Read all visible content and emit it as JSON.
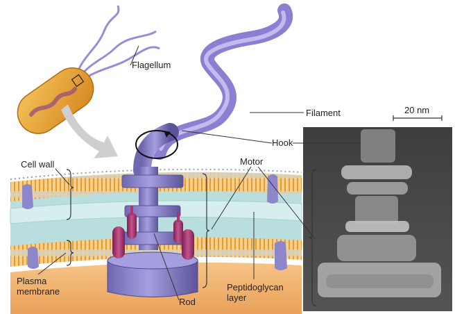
{
  "labels": {
    "flagellum": "Flagellum",
    "filament": "Filament",
    "hook": "Hook",
    "motor": "Motor",
    "cell_wall": "Cell wall",
    "plasma_membrane": "Plasma\nmembrane",
    "rod": "Rod",
    "peptidoglycan_layer": "Peptidoglycan\nlayer"
  },
  "scale_bar": {
    "label": "20 nm"
  },
  "colors": {
    "cytoplasm": "#f2b36b",
    "periplasm": "#b7dcdc",
    "lipid": "#f0a53a",
    "motor_body": "#8d86c9",
    "motor_ring": "#6a62a8",
    "stator": "#a8356f",
    "bacterium_body": "#e8a030",
    "flagellum_strand": "#9a8ad8",
    "arrow": "#c8c8c8",
    "micrograph_bg": "#4a4a4a"
  }
}
